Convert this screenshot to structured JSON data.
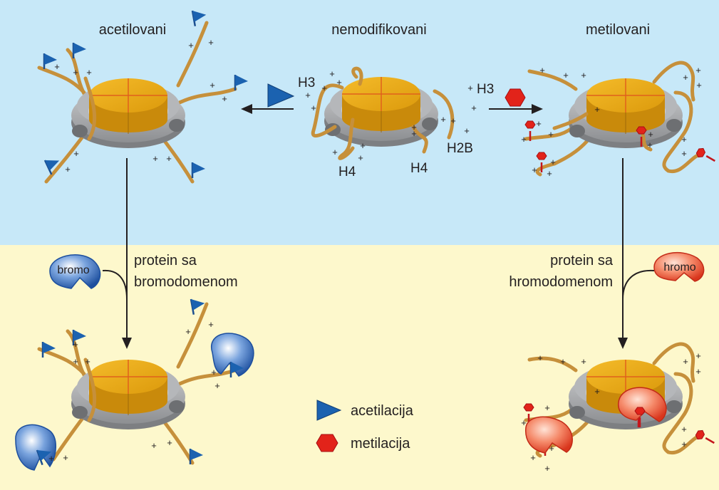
{
  "colors": {
    "top_background": "#c7e8f8",
    "bottom_background": "#fdf8cc",
    "histone_core": "#e9a613",
    "histone_core_dark": "#c4850a",
    "dna_ring": "#a7a9ac",
    "histone_tail": "#c6903b",
    "acetyl_flag": "#1b62b0",
    "methyl_hexagon": "#d7191e",
    "bromo_protein": "#2e66b8",
    "chromo_protein": "#e8543a",
    "arrow": "#231f20"
  },
  "states": {
    "acetylated": "acetilovani",
    "unmodified": "nemodifikovani",
    "methylated": "metilovani"
  },
  "histone_labels": {
    "h3_left": "H3",
    "h3_right": "H3",
    "h4_left": "H4",
    "h4_right": "H4",
    "h2b": "H2B"
  },
  "proteins": {
    "bromo_tag": "bromo",
    "chromo_tag": "hromo",
    "bromo_caption": [
      "protein sa",
      "bromodomenom"
    ],
    "chromo_caption": [
      "protein sa",
      "hromodomenom"
    ]
  },
  "legend": {
    "acetylation": "acetilacija",
    "methylation": "metilacija"
  },
  "charge_symbol": "+"
}
